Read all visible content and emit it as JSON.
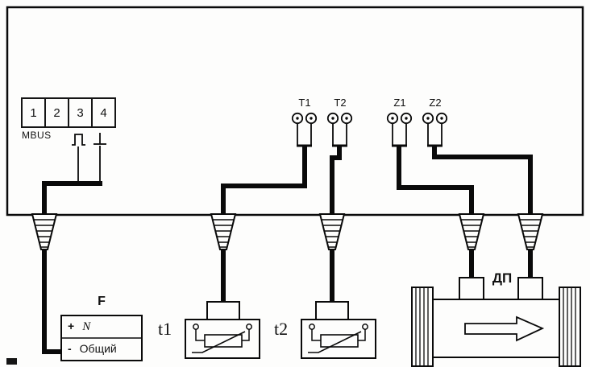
{
  "colors": {
    "line": "#0a0a0a",
    "background": "#fdfdfc"
  },
  "icons": {
    "pulse_output": "pulse-waveform",
    "ground": "earth-ground",
    "cable_gland": "strain-relief-cone",
    "screw_terminal": "screw-terminal",
    "thermistor": "resistive-temperature-element",
    "flow_arrow": "right-arrow"
  },
  "controller": {
    "mbus_block": {
      "cells": [
        "1",
        "2",
        "3",
        "4"
      ],
      "label": "MBUS"
    },
    "terminal_pairs": [
      {
        "label": "T1"
      },
      {
        "label": "T2"
      },
      {
        "label": "Z1"
      },
      {
        "label": "Z2"
      }
    ]
  },
  "power_supply": {
    "title": "F",
    "rows": [
      {
        "sign": "+",
        "label": "N"
      },
      {
        "sign": "-",
        "label": "Общий"
      }
    ]
  },
  "temp_sensors": [
    {
      "label": "t1"
    },
    {
      "label": "t2"
    }
  ],
  "flow_transducer": {
    "label": "ДП"
  }
}
